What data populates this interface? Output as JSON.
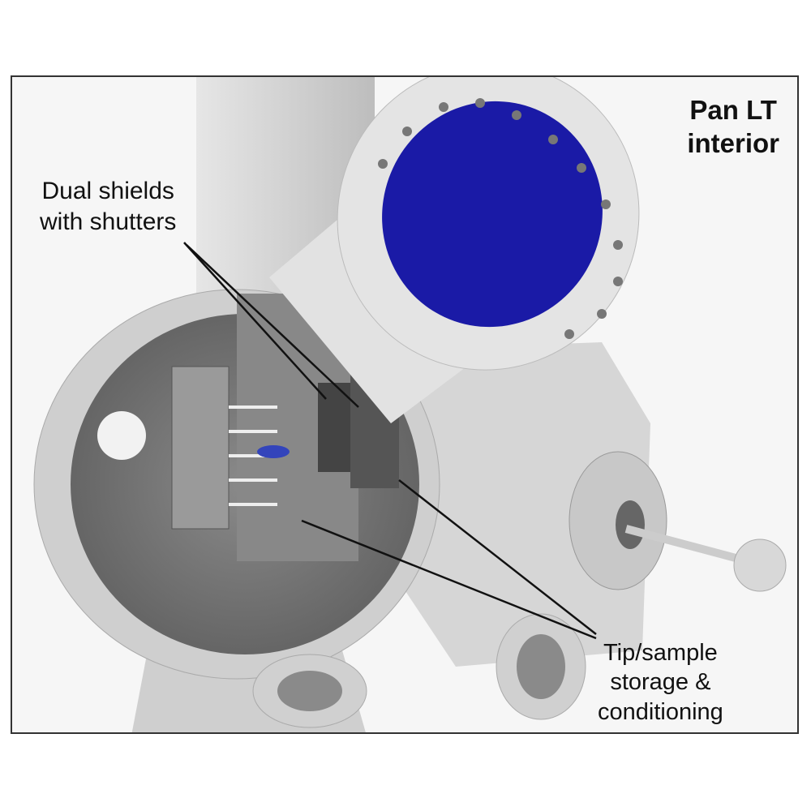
{
  "title": {
    "line1": "Pan LT",
    "line2": "interior"
  },
  "labels": {
    "dual_shields": {
      "line1": "Dual shields",
      "line2": "with shutters"
    },
    "tip_sample": {
      "line1": "Tip/sample",
      "line2": "storage &",
      "line3": "conditioning"
    }
  },
  "colors": {
    "viewport": "#1a1aa6",
    "metal": "#d9d9d9",
    "interior": "#7a7a7a"
  }
}
